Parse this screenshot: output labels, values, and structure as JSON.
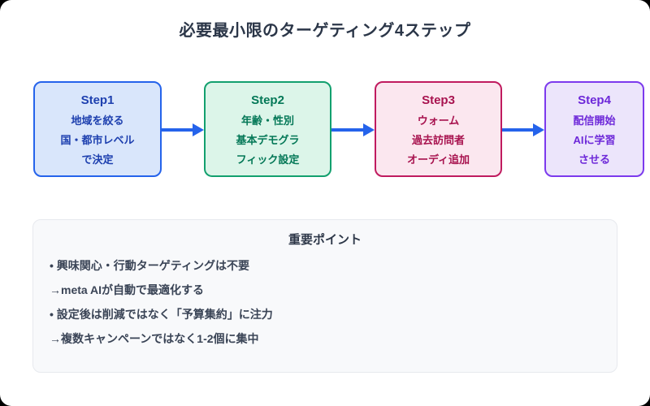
{
  "title": "必要最小限のターゲティング4ステップ",
  "steps": [
    {
      "name": "Step1",
      "lines": [
        "地域を絞る",
        "国・都市レベル",
        "で決定"
      ],
      "border_color": "#2563eb",
      "fill_color": "#d9e6fb",
      "text_color": "#1e40af"
    },
    {
      "name": "Step2",
      "lines": [
        "年齢・性別",
        "基本デモグラ",
        "フィック設定"
      ],
      "border_color": "#12a06e",
      "fill_color": "#dcf5e9",
      "text_color": "#047857"
    },
    {
      "name": "Step3",
      "lines": [
        "ウォーム",
        "過去訪問者",
        "オーディ追加"
      ],
      "border_color": "#c01b5f",
      "fill_color": "#fbe7ef",
      "text_color": "#a8134f"
    },
    {
      "name": "Step4",
      "lines": [
        "配信開始",
        "AIに学習",
        "させる"
      ],
      "border_color": "#7c3aed",
      "fill_color": "#ece5fb",
      "text_color": "#6d28d9"
    }
  ],
  "important_points": {
    "title": "重要ポイント",
    "points": [
      "• 興味関心・行動ターゲティングは不要",
      "→meta AIが自動で最適化する",
      "• 設定後は削減ではなく「予算集約」に注力",
      "→複数キャンペーンではなく1-2個に集中"
    ]
  },
  "colors": {
    "arrow": "#2563eb",
    "title_text": "#2b3648",
    "info_title_text": "#2d3748",
    "info_text": "#3a4456",
    "info_fill": "#f8f9fb",
    "info_border": "#e7e9ee",
    "card_bg": "#ffffff"
  }
}
